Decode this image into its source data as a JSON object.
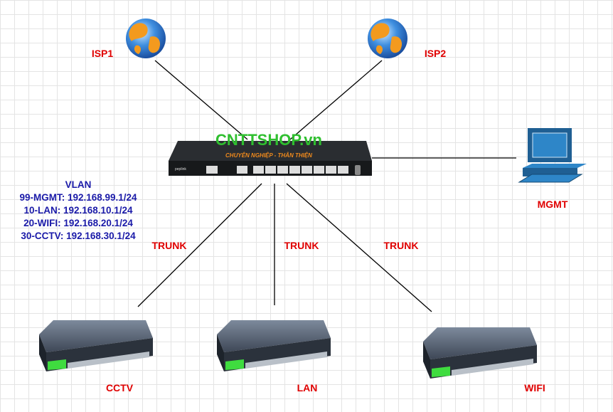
{
  "nodes": {
    "isp1": {
      "label": "ISP1",
      "icon": "globe-icon"
    },
    "isp2": {
      "label": "ISP2",
      "icon": "globe-icon"
    },
    "router": {
      "brand": "peplink",
      "watermark": "CNTTSHOP.vn",
      "watermark_tagline": "CHUYÊN NGHIỆP - THÂN THIỆN",
      "icon": "router-icon"
    },
    "mgmt": {
      "label": "MGMT",
      "icon": "computer-icon"
    },
    "cctv": {
      "label": "CCTV",
      "icon": "switch-icon"
    },
    "lan": {
      "label": "LAN",
      "icon": "switch-icon"
    },
    "wifi": {
      "label": "WIFI",
      "icon": "switch-icon"
    }
  },
  "links": [
    {
      "from": "isp1",
      "to": "router",
      "label": ""
    },
    {
      "from": "isp2",
      "to": "router",
      "label": ""
    },
    {
      "from": "router",
      "to": "mgmt",
      "label": ""
    },
    {
      "from": "router",
      "to": "cctv",
      "label": "TRUNK"
    },
    {
      "from": "router",
      "to": "lan",
      "label": "TRUNK"
    },
    {
      "from": "router",
      "to": "wifi",
      "label": "TRUNK"
    }
  ],
  "vlan": {
    "title": "VLAN",
    "entries": [
      "99-MGMT: 192.168.99.1/24",
      "10-LAN: 192.168.10.1/24",
      "20-WIFI: 192.168.20.1/24",
      "30-CCTV: 192.168.30.1/24"
    ]
  },
  "colors": {
    "label": "#e00000",
    "vlan_text": "#1a1aa8",
    "links": "#000000"
  }
}
